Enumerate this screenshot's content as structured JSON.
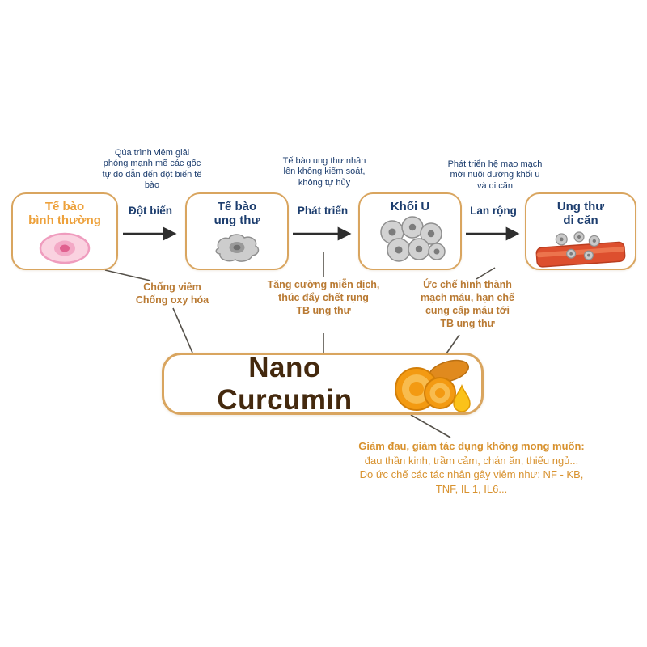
{
  "colors": {
    "box_border": "#d9a55f",
    "navy_text": "#1c3d6e",
    "orange_stage_title": "#eda13b",
    "benefit_text": "#b97a33",
    "footnote_text": "#d8922f",
    "nano_title_text": "#44290e",
    "arrow": "#2e2e2e"
  },
  "stages": [
    {
      "label": "Tế bào\nbình thường"
    },
    {
      "label": "Tế bào\nung thư"
    },
    {
      "label": "Khối U"
    },
    {
      "label": "Ung thư\ndi căn"
    }
  ],
  "arrows": [
    {
      "label": "Đột biến",
      "annotation": "Qúa trình viêm giải\nphóng mạnh mẽ các gốc\ntự do dẫn đến đột biến tế\nbào"
    },
    {
      "label": "Phát triển",
      "annotation": "Tế bào ung thư nhân\nlên không kiểm soát,\nkhông tự hủy"
    },
    {
      "label": "Lan rộng",
      "annotation": "Phát triển hệ mao mạch\nmới nuôi dưỡng khối u\nvà di căn"
    }
  ],
  "benefits": [
    {
      "text": "Chống viêm\nChống oxy hóa"
    },
    {
      "text": "Tăng cường miễn dịch,\nthúc đẩy chết rụng\nTB ung thư"
    },
    {
      "text": "Ức chế hình thành\nmạch máu, hạn chế\ncung cấp máu tới\nTB ung thư"
    }
  ],
  "product": {
    "name": "Nano Curcumin"
  },
  "footnote": {
    "headline": "Giảm đau, giảm tác dụng không mong muốn:",
    "details": "đau thần kinh, trầm cảm, chán ăn, thiếu ngủ...\nDo ức chế các tác nhân gây viêm như: NF - KB,\nTNF, IL 1, IL6..."
  },
  "icons": {
    "normal_cell": "pink normal cell",
    "cancer_cell": "gray mutated cancer cell",
    "tumor": "gray tumor cell cluster",
    "metastasis": "red blood vessel with spreading cells",
    "turmeric": "turmeric slices with golden droplet"
  }
}
